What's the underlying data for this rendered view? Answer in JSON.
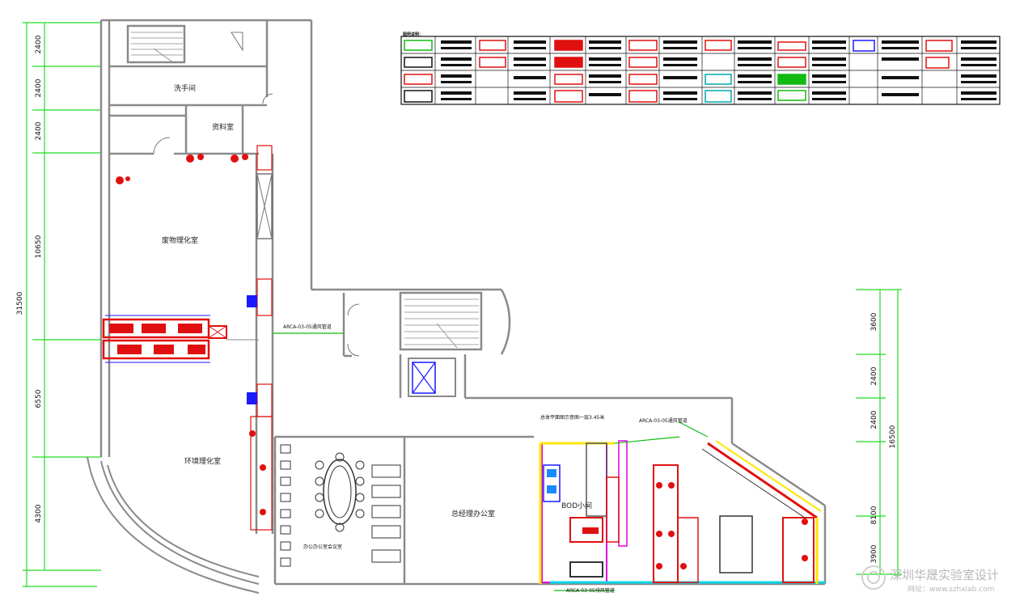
{
  "colors": {
    "wall": "#8a8a8a",
    "dimension": "#22dd22",
    "bench": "#e01010",
    "outline_blue": "#1a1aff",
    "magenta": "#e000e0",
    "yellow": "#ffe600",
    "cyan": "#00d8e8",
    "green_line": "#11bb11"
  },
  "dimensions_left": {
    "total": "31500",
    "segments": [
      "2400",
      "2400",
      "2400",
      "10650",
      "6550",
      "4300"
    ]
  },
  "dimensions_right": {
    "total": "16500",
    "segments": [
      "3600",
      "2400",
      "2400",
      "8100",
      "3900"
    ]
  },
  "rooms": {
    "washroom": "洗手间",
    "archive": "资料室",
    "physchem_lab": "废物理化室",
    "env_lab": "环境理化室",
    "meeting_room": "办公办公室会议室",
    "gm_office": "总经理办公室",
    "bod_room": "BOD小间"
  },
  "notes": {
    "floor_title": "总体平面图示意图一层3.45米",
    "duct_label_1": "ARCA-03-05通风管道",
    "duct_label_2": "ARCA-03-05通风管道",
    "duct_label_3": "ARCA-03-05排风管道"
  },
  "legend": {
    "title": "图例说明："
  },
  "watermark": {
    "company": "深圳华晟实验室设计",
    "url": "网址：www.szhxlab.com"
  }
}
